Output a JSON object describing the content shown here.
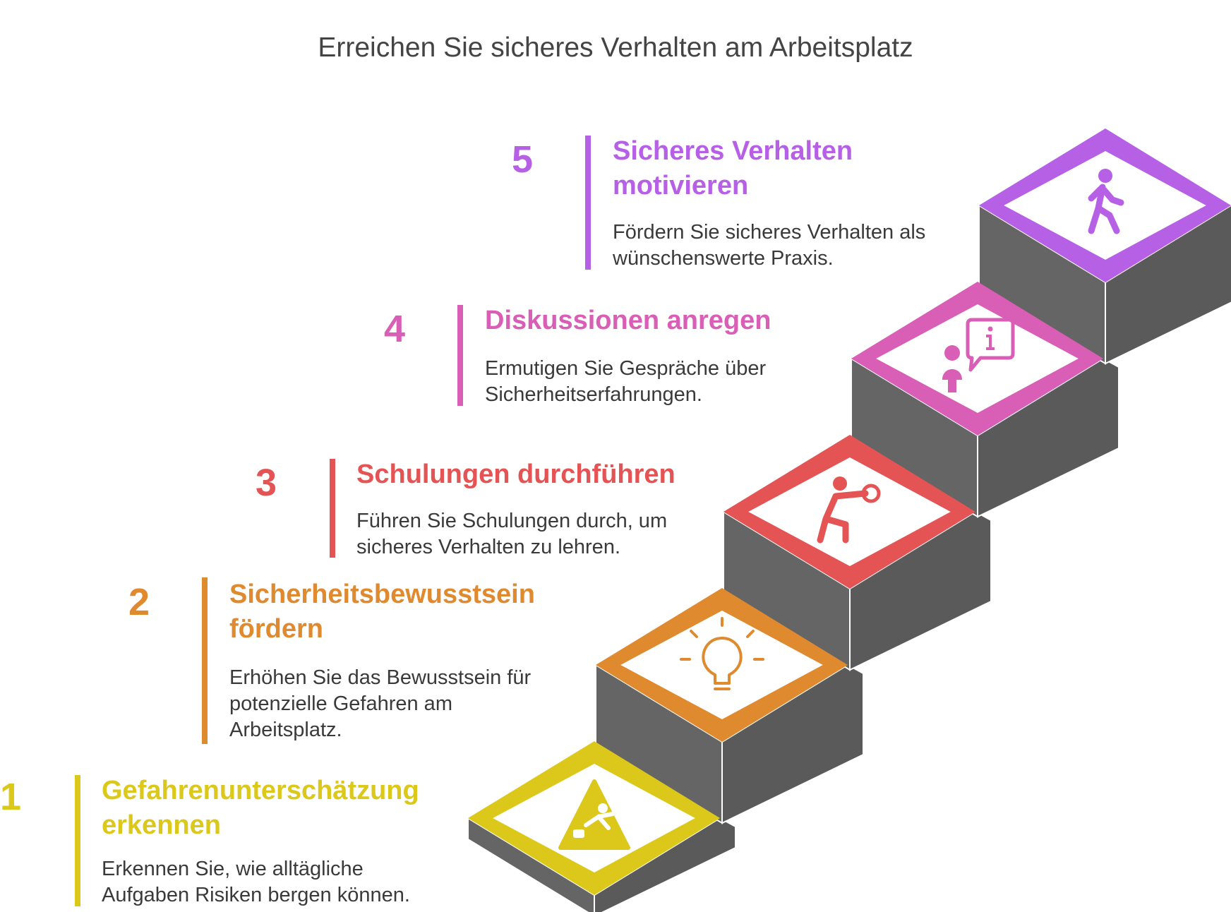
{
  "title": "Erreichen Sie sicheres Verhalten am Arbeitsplatz",
  "colors": {
    "side": "#656565",
    "side_edge": "#ffffff"
  },
  "steps": [
    {
      "number": "1",
      "title": "Gefahrenunterschätzung erkennen",
      "desc": "Erkennen Sie, wie alltägliche Aufgaben Risiken bergen können.",
      "color": "#dcc81a",
      "icon": "warning-slip-icon"
    },
    {
      "number": "2",
      "title": "Sicherheitsbewusstsein fördern",
      "desc": "Erhöhen Sie das Bewusstsein für potenzielle Gefahren am Arbeitsplatz.",
      "color": "#e08a30",
      "icon": "lightbulb-icon"
    },
    {
      "number": "3",
      "title": "Schulungen durchführen",
      "desc": "Führen Sie Schulungen durch, um sicheres Verhalten zu lehren.",
      "color": "#e45454",
      "icon": "boxing-person-icon"
    },
    {
      "number": "4",
      "title": "Diskussionen anregen",
      "desc": "Ermutigen Sie Gespräche über Sicherheitserfahrungen.",
      "color": "#d95eb5",
      "icon": "person-info-bubble-icon"
    },
    {
      "number": "5",
      "title": "Sicheres Verhalten motivieren",
      "desc": "Fördern Sie sicheres Verhalten als wünschenswerte Praxis.",
      "color": "#b660e6",
      "icon": "walking-person-icon"
    }
  ]
}
